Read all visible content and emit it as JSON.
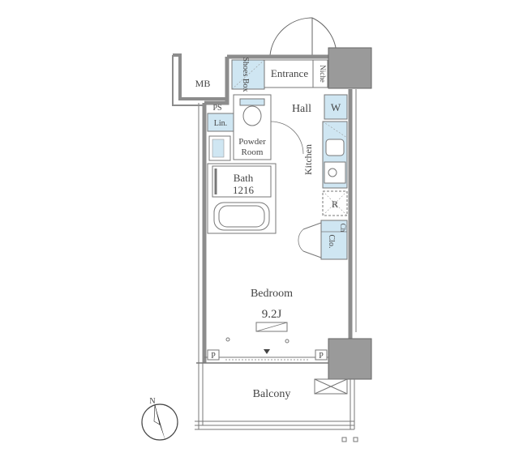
{
  "rooms": {
    "entrance": "Entrance",
    "mb": "MB",
    "niche": "Niche",
    "shoes_box": "Shoes Box",
    "hall": "Hall",
    "ps": "PS",
    "lin": "Lin.",
    "w": "W",
    "powder_room_line1": "Powder",
    "powder_room_line2": "Room",
    "kitchen": "Kitchen",
    "bath_line1": "Bath",
    "bath_line2": "1216",
    "r": "R",
    "clo": "Clo.",
    "ch": "Ch",
    "bedroom": "Bedroom",
    "bedroom_size": "9.2J",
    "p_left": "P",
    "p_right": "P",
    "balcony": "Balcony",
    "compass_n": "N"
  },
  "colors": {
    "wall": "#9a9a9a",
    "wall_dark": "#888888",
    "fixture_blue": "#cfe6f2",
    "line": "#6b6b6b"
  }
}
